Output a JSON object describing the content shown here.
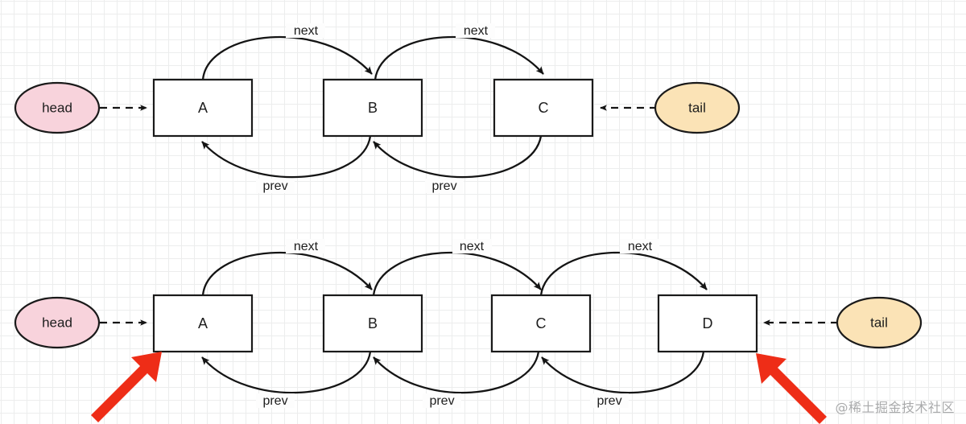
{
  "diagram": {
    "title": "doubly-linked-list-insertion",
    "background_color": "#ffffff",
    "grid_color": "#e0e1e2",
    "accent_pointer_color": "#ee2d17",
    "head_fill": "#f8d3dc",
    "tail_fill": "#fbe3b6",
    "node_fill": "#ffffff",
    "stroke_color": "#1a1a1a",
    "rows": [
      {
        "id": "row-before",
        "head_label": "head",
        "tail_label": "tail",
        "nodes": [
          {
            "id": "t-a",
            "label": "A"
          },
          {
            "id": "t-b",
            "label": "B"
          },
          {
            "id": "t-c",
            "label": "C"
          }
        ],
        "next_labels": [
          "next",
          "next"
        ],
        "prev_labels": [
          "prev",
          "prev"
        ]
      },
      {
        "id": "row-after",
        "head_label": "head",
        "tail_label": "tail",
        "nodes": [
          {
            "id": "b-a",
            "label": "A"
          },
          {
            "id": "b-b",
            "label": "B"
          },
          {
            "id": "b-c",
            "label": "C"
          },
          {
            "id": "b-d",
            "label": "D"
          }
        ],
        "next_labels": [
          "next",
          "next",
          "next"
        ],
        "prev_labels": [
          "prev",
          "prev",
          "prev"
        ]
      }
    ],
    "pointers": [
      {
        "id": "pointer-left",
        "target": "b-a",
        "color": "#ee2d17"
      },
      {
        "id": "pointer-right",
        "target": "b-d",
        "color": "#ee2d17"
      }
    ]
  },
  "watermark": {
    "text": "@稀土掘金技术社区"
  }
}
